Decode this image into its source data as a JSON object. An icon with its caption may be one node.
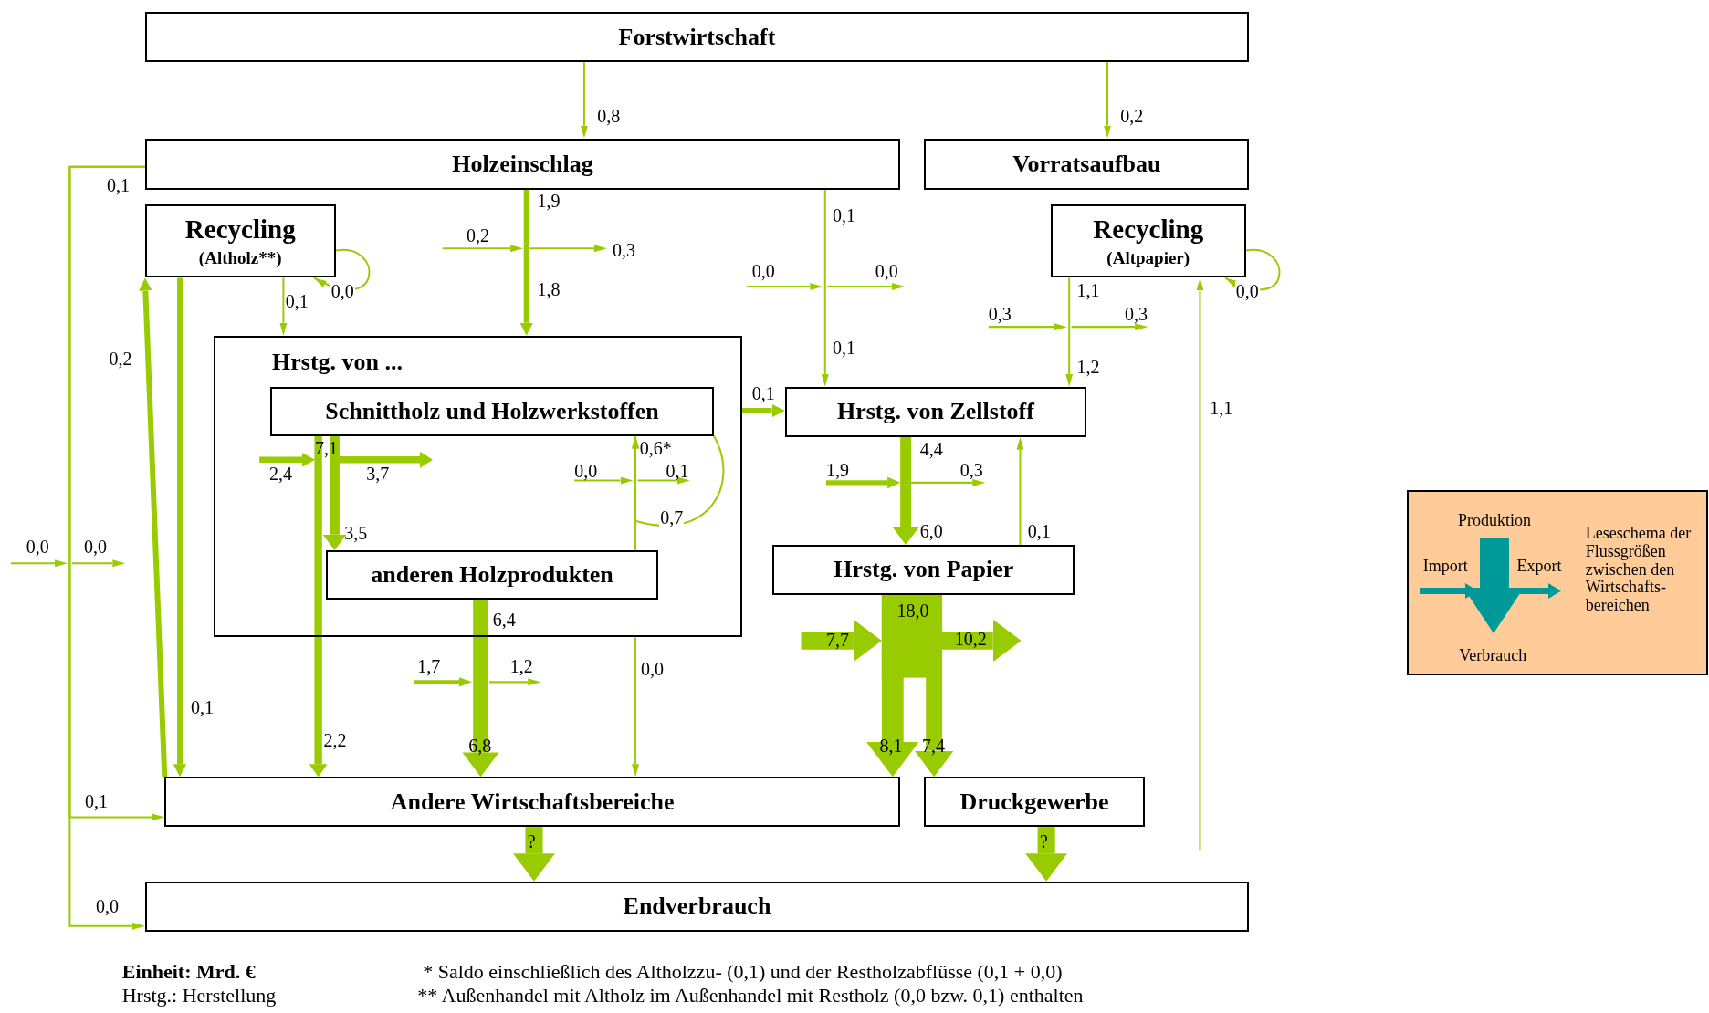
{
  "diagram": {
    "nodes": [
      {
        "text": [
          "Forstwirtschaft"
        ]
      },
      {
        "text": [
          "Holzeinschlag"
        ]
      },
      {
        "text": [
          "Vorratsaufbau"
        ]
      },
      {
        "text": [
          "Recycling",
          "(Altholz**)"
        ]
      },
      {
        "text": [
          "Recycling",
          "(Altpapier)"
        ]
      },
      {
        "text": [
          "Hrstg. von ..."
        ]
      },
      {
        "text": [
          "Schnittholz und Holzwerkstoffen"
        ],
        "in": 5
      },
      {
        "text": [
          "anderen Holzprodukten"
        ],
        "in": 5
      },
      {
        "text": [
          "Hrstg. von Zellstoff"
        ]
      },
      {
        "text": [
          "Hrstg. von Papier"
        ]
      },
      {
        "text": [
          "Andere Wirtschaftsbereiche"
        ]
      },
      {
        "text": [
          "Druckgewerbe"
        ]
      },
      {
        "text": [
          "Endverbrauch"
        ]
      },
      {
        "text": [
          "Produktion",
          "Import",
          "Export",
          "Verbrauch",
          "Leseschema der Flussgrößen zwischen den Wirtschafts- bereichen"
        ]
      }
    ],
    "edges": [
      {
        "from": 0,
        "to": 1,
        "arrow": "to",
        "label": "0,8"
      },
      {
        "from": 0,
        "to": 2,
        "arrow": "to",
        "label": "0,2"
      },
      {
        "from": 1,
        "to": 10,
        "arrow": "to",
        "label": "0,1"
      },
      {
        "from": 1,
        "to": 12,
        "arrow": "to",
        "label": "0,0"
      },
      {
        "from": 10,
        "to": 3,
        "arrow": "to",
        "label": "0,2",
        "style": "thick"
      },
      {
        "from": 3,
        "to": 10,
        "arrow": "to",
        "label": "0,1",
        "style": "thick"
      },
      {
        "from": 3,
        "to": 5,
        "arrow": "to",
        "label": "0,1"
      },
      {
        "from": 3,
        "to": 3,
        "arrow": "to",
        "label": "0,0"
      },
      {
        "from": 1,
        "to": 5,
        "arrow": "to",
        "label": "1,8",
        "style": "thick"
      },
      {
        "from": 1,
        "to": 8,
        "arrow": "to",
        "label": "0,1"
      },
      {
        "from": 5,
        "to": 8,
        "arrow": "to",
        "label": "0,1",
        "style": "thick"
      },
      {
        "from": 4,
        "to": 8,
        "arrow": "to",
        "label": "1,2"
      },
      {
        "from": 4,
        "to": 4,
        "arrow": "to",
        "label": "0,0"
      },
      {
        "from": null,
        "to": 4,
        "arrow": "to",
        "label": "1,1"
      },
      {
        "from": 6,
        "to": 7,
        "arrow": "to",
        "label": "3,5",
        "style": "thick"
      },
      {
        "from": 6,
        "to": 10,
        "arrow": "to",
        "label": "2,2",
        "style": "thick"
      },
      {
        "from": 7,
        "to": 6,
        "arrow": "to",
        "label": "0,6*"
      },
      {
        "from": 6,
        "to": 6,
        "arrow": "to",
        "label": "0,7"
      },
      {
        "from": 7,
        "to": 10,
        "arrow": "to",
        "label": "6,8",
        "style": "thick"
      },
      {
        "from": 5,
        "to": 10,
        "arrow": "to",
        "label": "0,0"
      },
      {
        "from": 8,
        "to": 9,
        "arrow": "to",
        "label": "6,0",
        "style": "thick"
      },
      {
        "from": 9,
        "to": 8,
        "arrow": "to",
        "label": "0,1"
      },
      {
        "from": 9,
        "to": 10,
        "arrow": "to",
        "label": "8,1",
        "style": "thick"
      },
      {
        "from": 9,
        "to": 11,
        "arrow": "to",
        "label": "7,4",
        "style": "thick"
      },
      {
        "from": 10,
        "to": 12,
        "arrow": "to",
        "label": "?",
        "style": "thick"
      },
      {
        "from": 11,
        "to": 12,
        "arrow": "to",
        "label": "?",
        "style": "thick"
      }
    ],
    "labels": [
      "0,1",
      "1,9",
      "0,1",
      "0,2",
      "0,3",
      "0,0",
      "0,0",
      "1,1",
      "0,3",
      "0,3",
      "7,1",
      "4,4",
      "2,4",
      "3,7",
      "0,0",
      "0,1",
      "1,9",
      "0,3",
      "0,0",
      "0,0",
      "6,4",
      "18,0",
      "7,7",
      "10,2",
      "1,7",
      "1,2",
      "Einheit: Mrd. €",
      "* Saldo einschließlich des Altholzzu- (0,1) und der Restholzabflüsse (0,1 + 0,0)",
      "Hrstg.: Herstellung",
      "** Außenhandel mit Altholz im Außenhandel mit Restholz (0,0 bzw. 0,1) enthalten"
    ]
  }
}
